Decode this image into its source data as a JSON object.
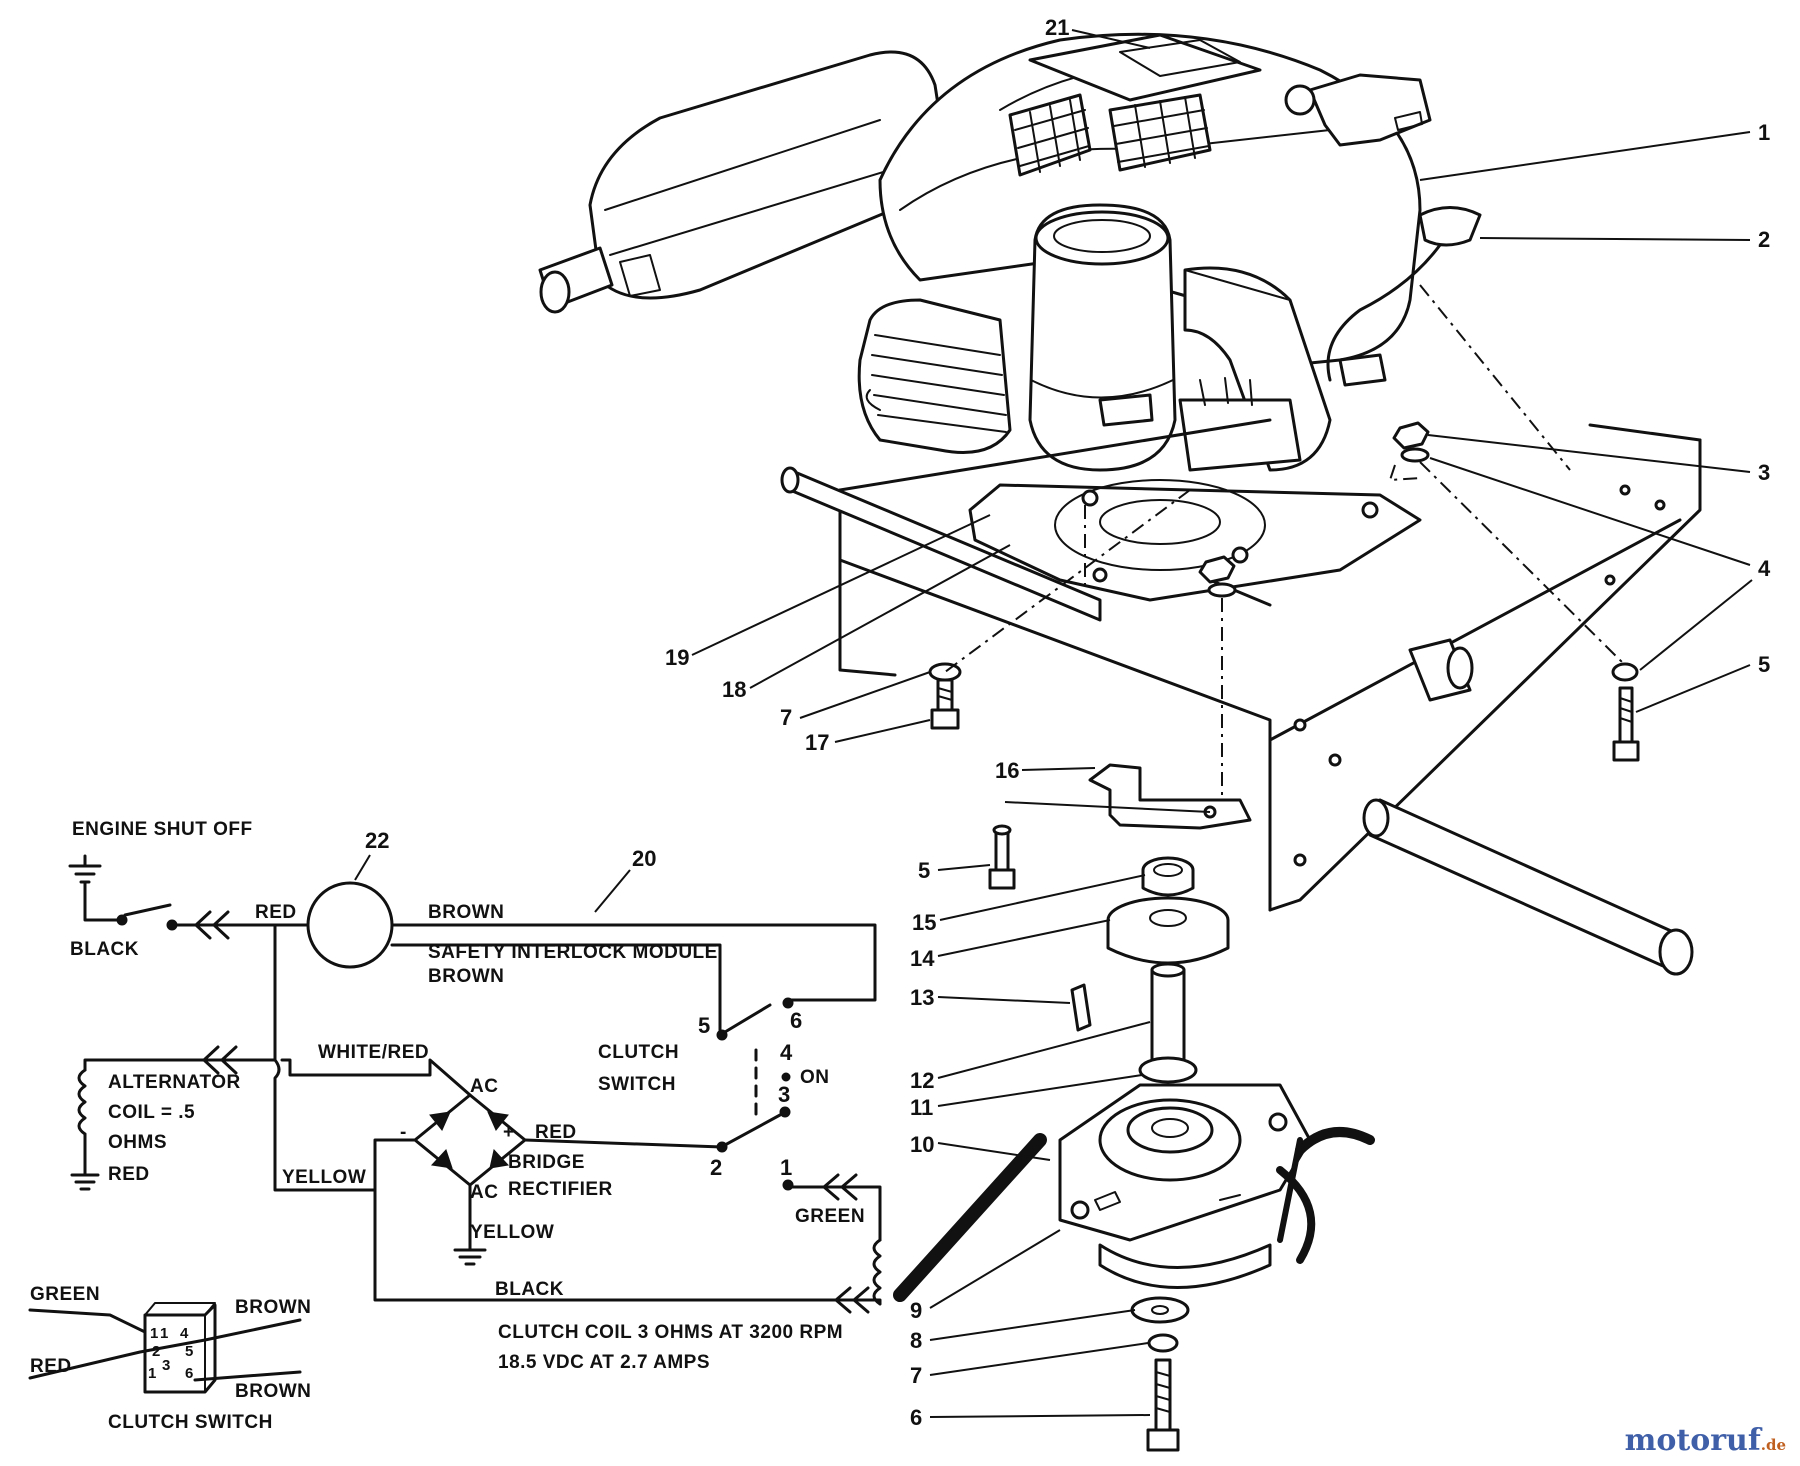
{
  "parts_callouts": [
    "21",
    "1",
    "2",
    "3",
    "4",
    "5",
    "19",
    "18",
    "7",
    "17",
    "16",
    "5",
    "15",
    "14",
    "13",
    "12",
    "11",
    "10",
    "9",
    "8",
    "7",
    "6"
  ],
  "wiring": {
    "engine_shut_off": "ENGINE SHUT OFF",
    "black_ground": "BLACK",
    "red": "RED",
    "module_callout": "22",
    "harness_callout": "20",
    "brown_top": "BROWN",
    "module_name": "SAFETY INTERLOCK MODULE",
    "brown_bottom": "BROWN",
    "white_red": "WHITE/RED",
    "alternator": "ALTERNATOR",
    "coil_rating": "COIL = .5",
    "ohms": "OHMS",
    "alt_red": "RED",
    "yellow_left": "YELLOW",
    "ac_top": "AC",
    "minus": "-",
    "plus": "+",
    "rect_red": "RED",
    "bridge": "BRIDGE",
    "rectifier": "RECTIFIER",
    "ac_bottom": "AC",
    "yellow_ground": "YELLOW",
    "clutch_switch": "CLUTCH",
    "switch": "SWITCH",
    "t5": "5",
    "t6": "6",
    "t4": "4",
    "on": "ON",
    "t3": "3",
    "t2": "2",
    "t1": "1",
    "green": "GREEN",
    "black_bottom": "BLACK",
    "clutch_coil_1": "CLUTCH COIL 3 OHMS AT 3200 RPM",
    "clutch_coil_2": "18.5 VDC  AT 2.7 AMPS"
  },
  "switch_detail": {
    "green": "GREEN",
    "brown_top": "BROWN",
    "red": "RED",
    "brown_bottom": "BROWN",
    "caption": "CLUTCH SWITCH",
    "pins": [
      "1",
      "1",
      "4",
      "2",
      "5",
      "1",
      "3",
      "6"
    ]
  },
  "watermark": {
    "name": "motoruf",
    "tld": ".de"
  }
}
